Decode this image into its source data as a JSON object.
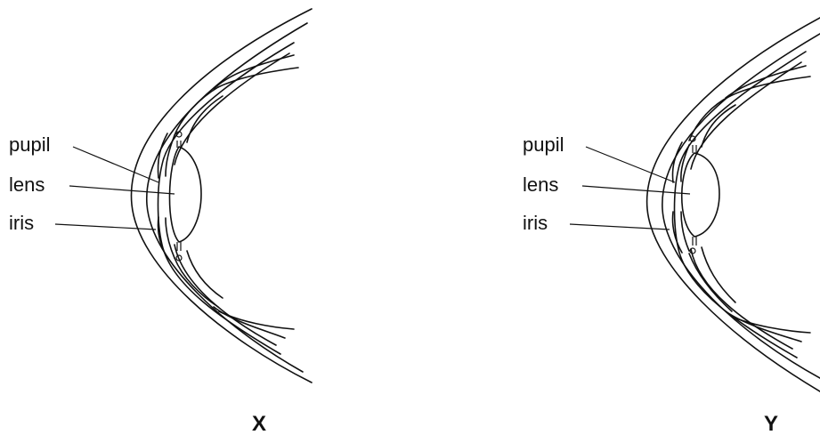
{
  "diagrams": [
    {
      "caption": "X",
      "labels": {
        "pupil": "pupil",
        "lens": "lens",
        "iris": "iris"
      }
    },
    {
      "caption": "Y",
      "labels": {
        "pupil": "pupil",
        "lens": "lens",
        "iris": "iris"
      }
    }
  ]
}
